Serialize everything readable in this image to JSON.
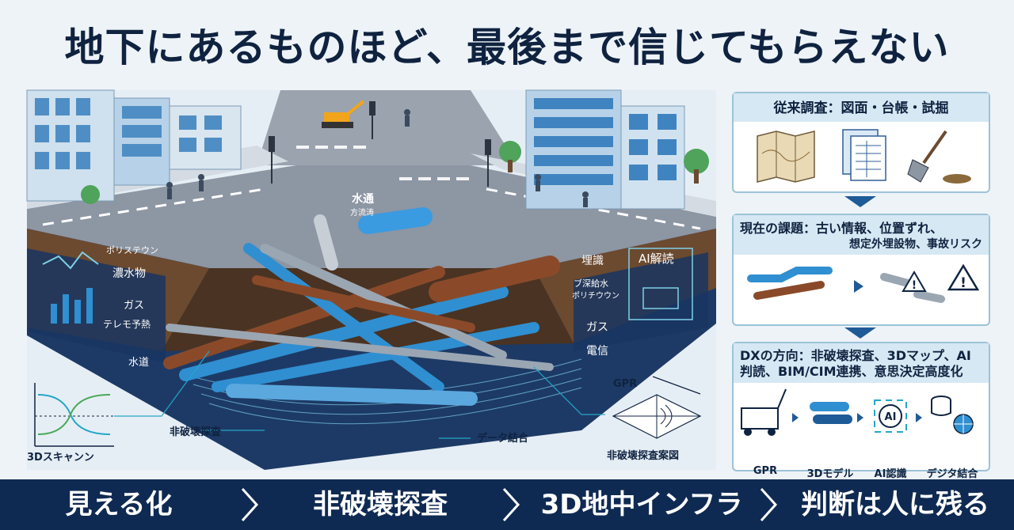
{
  "title": "地下にあるものほど、最後まで信じてもらえない",
  "scene": {
    "labels": {
      "water_top": "水通",
      "water_top_sub": "方流涛",
      "polyethylene": "ポリステウン",
      "sewage": "濃水物",
      "gas_left": "ガス",
      "telecom_left": "テレモ予熱",
      "water_left": "水道",
      "buried": "埋識",
      "mixed": "ブ深給水",
      "mixed2": "ポリチウウン",
      "gas_right": "ガス",
      "telecom_right": "電信",
      "ai_read": "AI解読",
      "gpr": "GPR",
      "nondestructive": "非破壊探査",
      "data_merge": "データ結合",
      "scan": "3Dスキャンン",
      "map": "非破壊探査案図"
    }
  },
  "panels": {
    "conventional": {
      "title": "従来調査：図面・台帳・試掘",
      "icons": [
        "map-icon",
        "ledger-icon",
        "shovel-icon"
      ]
    },
    "issues": {
      "title": "現在の課題：古い情報、位置ずれ、",
      "subtitle": "想定外埋設物、事故リスク"
    },
    "dx": {
      "title": "DXの方向：非破壊探査、3Dマップ、AI判読、BIM/CIM連携、意思決定高度化",
      "items": [
        "GPR",
        "3Dモデル",
        "AI認識",
        "デジタ結合"
      ]
    }
  },
  "steps": [
    "見える化",
    "非破壊探査",
    "3D地中インフラ",
    "判断は人に残る"
  ],
  "colors": {
    "navy": "#0f2a52",
    "pipe_blue": "#2f8fd1",
    "rust": "#8a4a2a",
    "soil": "#6b4a30"
  }
}
